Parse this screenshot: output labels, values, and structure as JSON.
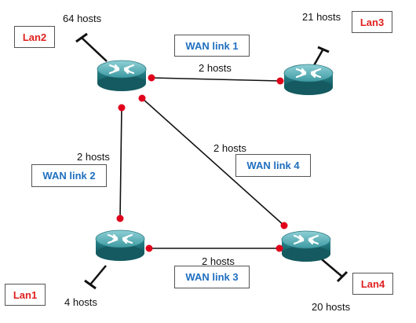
{
  "colors": {
    "link_line": "#111111",
    "port_dot": "#e0001b",
    "router_body": "#1d7f86",
    "lan_label": "#e02020",
    "wan_label": "#1f6fbf"
  },
  "lans": {
    "lan1": {
      "label": "Lan1",
      "hosts": "4 hosts"
    },
    "lan2": {
      "label": "Lan2",
      "hosts": "64 hosts"
    },
    "lan3": {
      "label": "Lan3",
      "hosts": "21 hosts"
    },
    "lan4": {
      "label": "Lan4",
      "hosts": "20 hosts"
    }
  },
  "wan_links": {
    "link1": {
      "label": "WAN link 1",
      "hosts": "2 hosts"
    },
    "link2": {
      "label": "WAN link 2",
      "hosts": "2 hosts"
    },
    "link3": {
      "label": "WAN link 3",
      "hosts": "2 hosts"
    },
    "link4": {
      "label": "WAN link 4",
      "hosts": "2 hosts"
    }
  },
  "routers": [
    {
      "icon": "router-icon"
    },
    {
      "icon": "router-icon"
    },
    {
      "icon": "router-icon"
    },
    {
      "icon": "router-icon"
    }
  ]
}
